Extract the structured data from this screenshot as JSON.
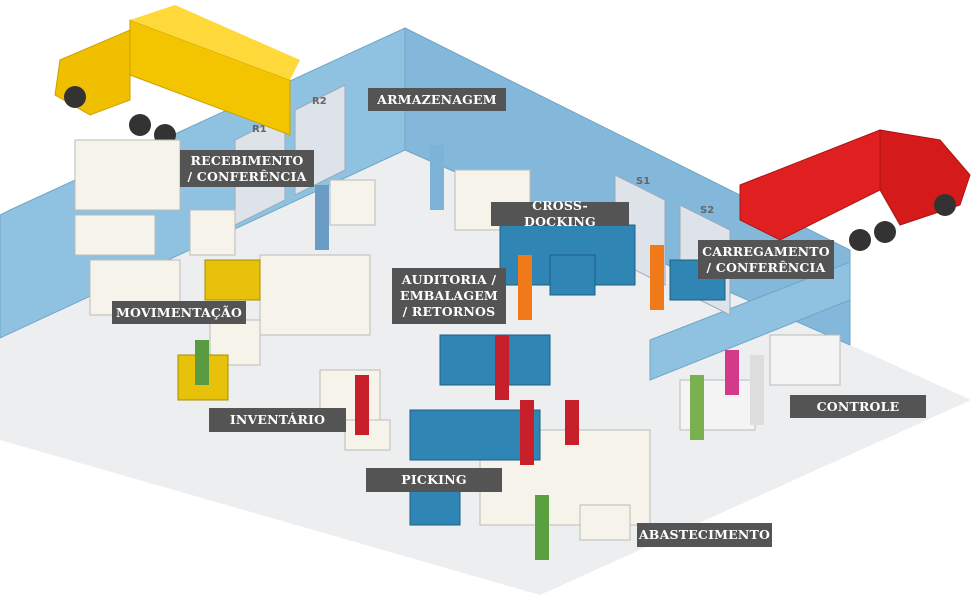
{
  "labels": {
    "armazenagem": "ARMAZENAGEM",
    "recebimento": "RECEBIMENTO / CONFERÊNCIA",
    "cross_docking": "CROSS-DOCKING",
    "carregamento": "CARREGAMENTO / CONFERÊNCIA",
    "auditoria": "AUDITORIA / EMBALAGEM / RETORNOS",
    "movimentacao": "MOVIMENTAÇÃO",
    "inventario": "INVENTÁRIO",
    "controle": "CONTROLE",
    "picking": "PICKING",
    "abastecimento": "ABASTECIMENTO"
  },
  "doors": {
    "r1": "R1",
    "r2": "R2",
    "s1": "S1",
    "s2": "S2"
  },
  "colors": {
    "wall": "#8fc1e0",
    "floor": "#eceeef",
    "label_bg": "#545454",
    "truck_yellow": "#f2c500",
    "truck_red": "#e02020",
    "pallet_blue": "#2f86b5"
  }
}
